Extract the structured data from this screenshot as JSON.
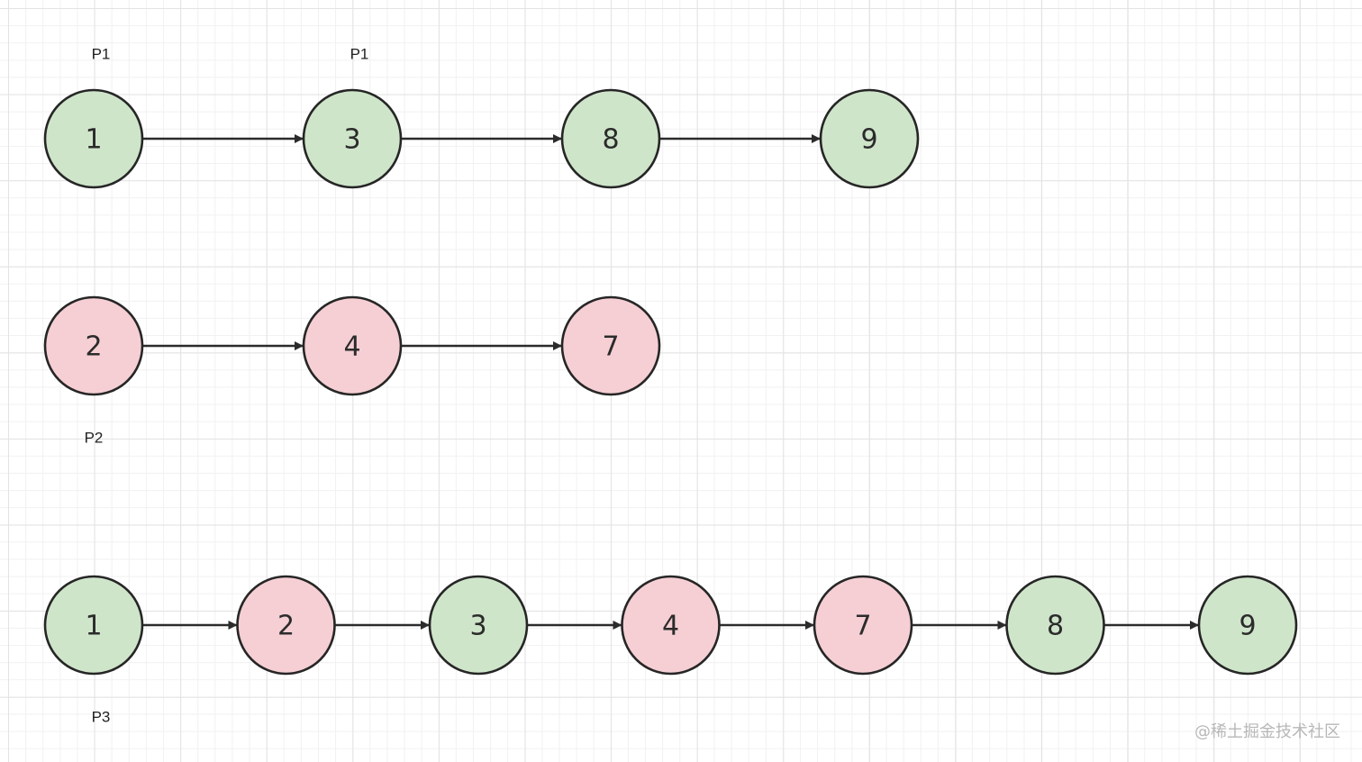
{
  "colors": {
    "green_fill": "#cfe5ca",
    "pink_fill": "#f5cfd4",
    "stroke": "#262626"
  },
  "lists": [
    {
      "id": "list1",
      "nodes": [
        {
          "value": "1",
          "color": "green"
        },
        {
          "value": "3",
          "color": "green"
        },
        {
          "value": "8",
          "color": "green"
        },
        {
          "value": "9",
          "color": "green"
        }
      ]
    },
    {
      "id": "list2",
      "nodes": [
        {
          "value": "2",
          "color": "pink"
        },
        {
          "value": "4",
          "color": "pink"
        },
        {
          "value": "7",
          "color": "pink"
        }
      ]
    },
    {
      "id": "merged",
      "nodes": [
        {
          "value": "1",
          "color": "green"
        },
        {
          "value": "2",
          "color": "pink"
        },
        {
          "value": "3",
          "color": "green"
        },
        {
          "value": "4",
          "color": "pink"
        },
        {
          "value": "7",
          "color": "pink"
        },
        {
          "value": "8",
          "color": "green"
        },
        {
          "value": "9",
          "color": "green"
        }
      ]
    }
  ],
  "pointers": [
    {
      "text": "P1",
      "list": "list1",
      "node_index": 0,
      "side": "above"
    },
    {
      "text": "P1",
      "list": "list1",
      "node_index": 1,
      "side": "above"
    },
    {
      "text": "P2",
      "list": "list2",
      "node_index": 0,
      "side": "below"
    },
    {
      "text": "P3",
      "list": "merged",
      "node_index": 0,
      "side": "below"
    }
  ],
  "watermark": "@稀土掘金技术社区"
}
